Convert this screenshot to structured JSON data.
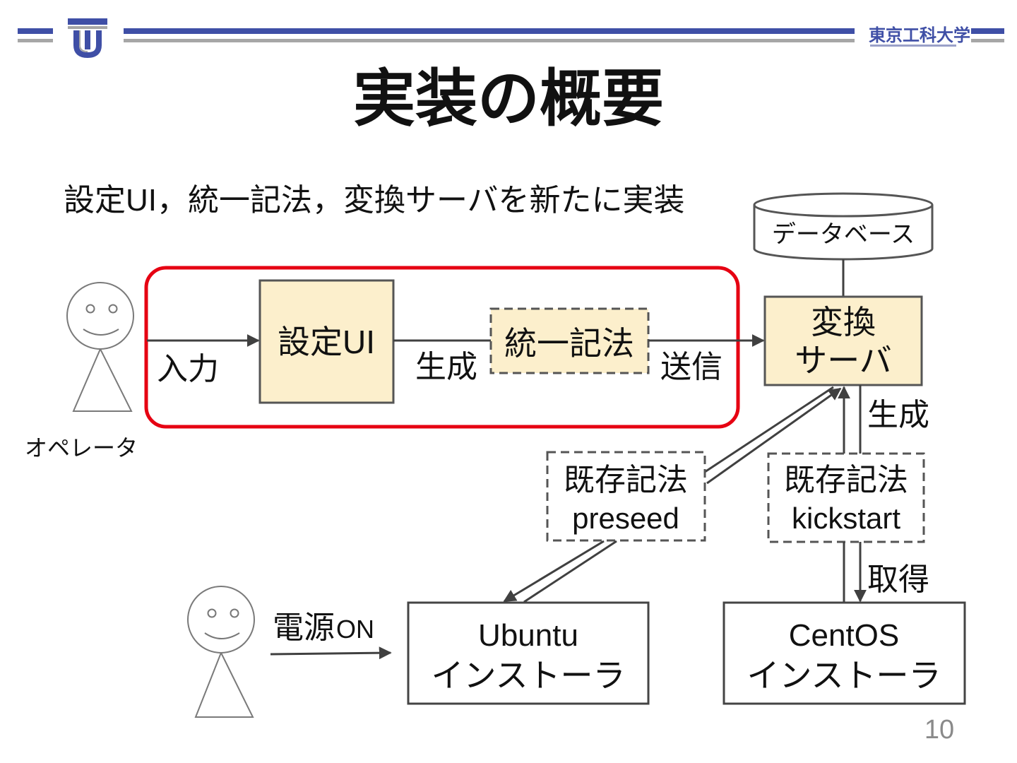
{
  "header": {
    "logo_text": "TU",
    "university_name": "東京工科大学"
  },
  "title": "実装の概要",
  "subtitle": "設定UI，統一記法，変換サーバを新たに実装",
  "database": {
    "label": "データベース"
  },
  "operator": {
    "label": "オペレータ"
  },
  "input_label": "入力",
  "settings_ui": {
    "label": "設定UI"
  },
  "generate_label": "生成",
  "unified_notation": {
    "label": "統一記法"
  },
  "send_label": "送信",
  "conversion_server": {
    "line1": "変換",
    "line2": "サーバ"
  },
  "server_generate_label": "生成",
  "preseed_box": {
    "line1": "既存記法",
    "line2": "preseed"
  },
  "kickstart_box": {
    "line1": "既存記法",
    "line2": "kickstart"
  },
  "fetch_label": "取得",
  "power_on": {
    "main": "電源",
    "suffix": "ON"
  },
  "ubuntu_installer": {
    "line1": "Ubuntu",
    "line2": "インストーラ"
  },
  "centos_installer": {
    "line1": "CentOS",
    "line2": "インストーラ"
  },
  "page_number": "10",
  "colors": {
    "header-blue": "#3f4fa6",
    "header-gray": "#a6a6a6",
    "box-fill": "#fcefcc",
    "highlight-red": "#e60012",
    "line-dark": "#404040"
  }
}
